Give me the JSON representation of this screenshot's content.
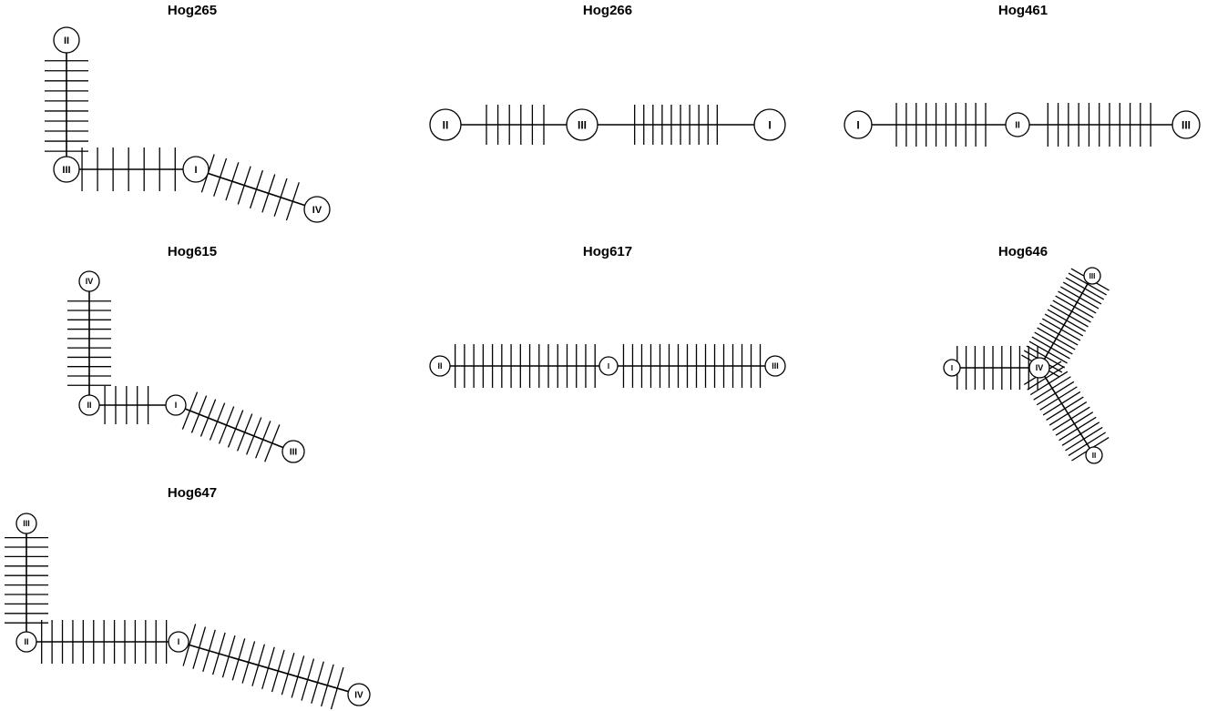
{
  "networks": [
    {
      "id": "hog265",
      "title": "Hog265",
      "nodes": [
        {
          "id": "II",
          "label": "II"
        },
        {
          "id": "III",
          "label": "III"
        },
        {
          "id": "I",
          "label": "I"
        },
        {
          "id": "IV",
          "label": "IV"
        }
      ],
      "edges": [
        {
          "from": "II",
          "to": "III",
          "mutations": 10
        },
        {
          "from": "III",
          "to": "I",
          "mutations": 7
        },
        {
          "from": "I",
          "to": "IV",
          "mutations": 8
        }
      ]
    },
    {
      "id": "hog266",
      "title": "Hog266",
      "nodes": [
        {
          "id": "II",
          "label": "II"
        },
        {
          "id": "III",
          "label": "III"
        },
        {
          "id": "I",
          "label": "I"
        }
      ],
      "edges": [
        {
          "from": "II",
          "to": "III",
          "mutations": 6
        },
        {
          "from": "III",
          "to": "I",
          "mutations": 10
        }
      ]
    },
    {
      "id": "hog461",
      "title": "Hog461",
      "nodes": [
        {
          "id": "I",
          "label": "I"
        },
        {
          "id": "II",
          "label": "II"
        },
        {
          "id": "III",
          "label": "III"
        }
      ],
      "edges": [
        {
          "from": "I",
          "to": "II",
          "mutations": 10
        },
        {
          "from": "II",
          "to": "III",
          "mutations": 11
        }
      ]
    },
    {
      "id": "hog615",
      "title": "Hog615",
      "nodes": [
        {
          "id": "IV",
          "label": "IV"
        },
        {
          "id": "II",
          "label": "II"
        },
        {
          "id": "I",
          "label": "I"
        },
        {
          "id": "III",
          "label": "III"
        }
      ],
      "edges": [
        {
          "from": "IV",
          "to": "II",
          "mutations": 10
        },
        {
          "from": "II",
          "to": "I",
          "mutations": 5
        },
        {
          "from": "I",
          "to": "III",
          "mutations": 10
        }
      ]
    },
    {
      "id": "hog617",
      "title": "Hog617",
      "nodes": [
        {
          "id": "II",
          "label": "II"
        },
        {
          "id": "I",
          "label": "I"
        },
        {
          "id": "III",
          "label": "III"
        }
      ],
      "edges": [
        {
          "from": "II",
          "to": "I",
          "mutations": 16
        },
        {
          "from": "I",
          "to": "III",
          "mutations": 16
        }
      ]
    },
    {
      "id": "hog646",
      "title": "Hog646",
      "nodes": [
        {
          "id": "I",
          "label": "I"
        },
        {
          "id": "IV",
          "label": "IV"
        },
        {
          "id": "III",
          "label": "III"
        },
        {
          "id": "II",
          "label": "II"
        }
      ],
      "edges": [
        {
          "from": "I",
          "to": "IV",
          "mutations": 10
        },
        {
          "from": "IV",
          "to": "III",
          "mutations": 20
        },
        {
          "from": "IV",
          "to": "II",
          "mutations": 16
        }
      ]
    },
    {
      "id": "hog647",
      "title": "Hog647",
      "nodes": [
        {
          "id": "III",
          "label": "III"
        },
        {
          "id": "II",
          "label": "II"
        },
        {
          "id": "I",
          "label": "I"
        },
        {
          "id": "IV",
          "label": "IV"
        }
      ],
      "edges": [
        {
          "from": "III",
          "to": "II",
          "mutations": 10
        },
        {
          "from": "II",
          "to": "I",
          "mutations": 13
        },
        {
          "from": "I",
          "to": "IV",
          "mutations": 16
        }
      ]
    }
  ]
}
